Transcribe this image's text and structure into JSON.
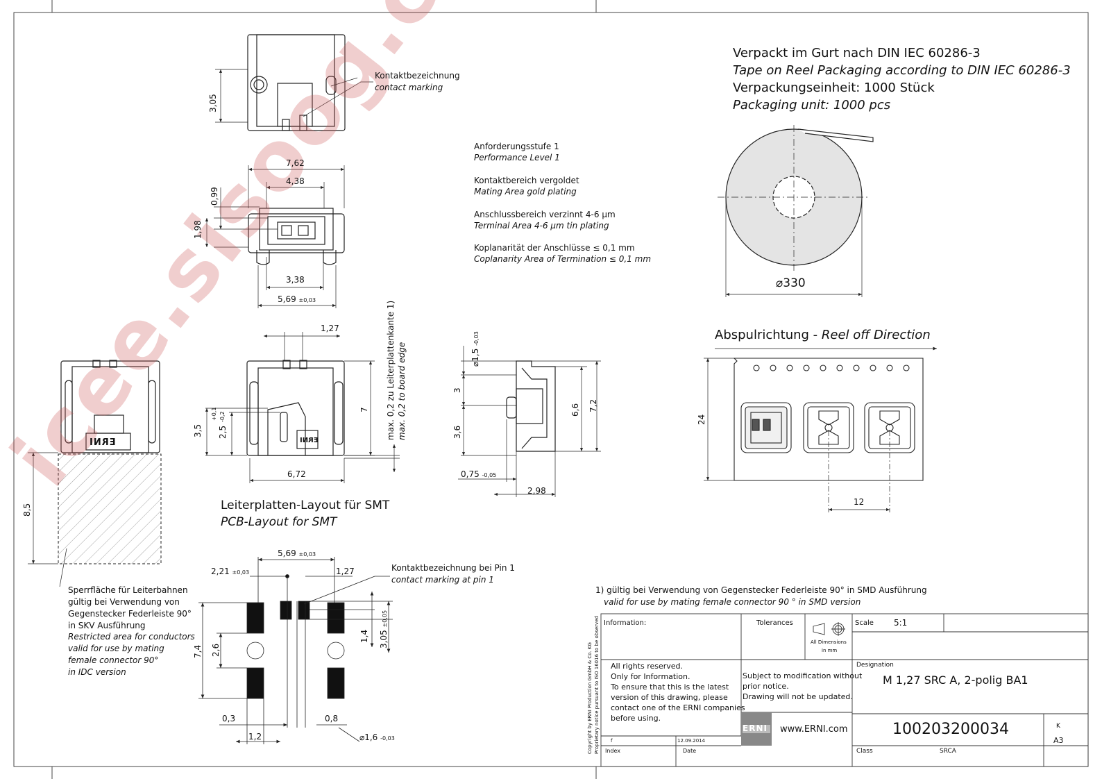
{
  "packaging": {
    "de_line1": "Verpackt im Gurt nach DIN IEC 60286-3",
    "en_line1": "Tape on Reel Packaging according to DIN IEC 60286-3",
    "de_line2": "Verpackungseinheit:  1000 Stück",
    "en_line2": "Packaging unit:  1000 pcs",
    "reel_diameter": "330"
  },
  "top_view": {
    "contact_marking_de": "Kontaktbezeichnung",
    "contact_marking_en": "contact marking",
    "dim_height": "3,05"
  },
  "front_view": {
    "dim_total_width": "7,62",
    "dim_inner_width": "4,38",
    "dim_099": "0,99",
    "dim_198": "1,98",
    "dim_338": "3,38",
    "dim_569": "5,69",
    "dim_569_tol": "±0,03"
  },
  "specs": [
    {
      "de": "Anforderungsstufe 1",
      "en": "Performance Level 1"
    },
    {
      "de": "Kontaktbereich vergoldet",
      "en": "Mating Area gold plating"
    },
    {
      "de": "Anschlussbereich verzinnt 4-6 µm",
      "en": "Terminal Area 4-6 µm tin plating"
    },
    {
      "de": "Koplanarität der Anschlüsse  ≤ 0,1 mm",
      "en": "Coplanarity Area of Termination  ≤ 0,1 mm"
    }
  ],
  "side_view": {
    "dim_127": "1,27",
    "dim_7": "7",
    "dim_35": "3,5",
    "dim_25": "2,5",
    "dim_25_tol_top": "+0,1",
    "dim_25_tol_bot": "-0,2",
    "dim_672": "6,72",
    "board_edge_de": "max. 0,2 zu  Leiterplattenkante 1)",
    "board_edge_en": "max. 0,2 to board edge"
  },
  "right_view": {
    "dim_15": "1,5",
    "dim_15_tol": "-0,03",
    "dim_3": "3",
    "dim_36": "3,6",
    "dim_66": "6,6",
    "dim_72": "7,2",
    "dim_075": "0,75",
    "dim_075_tol": "-0,05",
    "dim_298": "2,98"
  },
  "left_view": {
    "dim_85": "8,5",
    "restricted_de": [
      "Sperrfläche für Leiterbahnen",
      "gültig bei Verwendung von",
      "Gegenstecker Federleiste 90°",
      "in SKV Ausführung"
    ],
    "restricted_en": [
      "Restricted area for conductors",
      "valid for use by mating",
      "female connector 90°",
      "in IDC version"
    ],
    "logo": "ERNI"
  },
  "pcb_layout": {
    "title_de": "Leiterplatten-Layout für SMT",
    "title_en": "PCB-Layout for SMT",
    "pin1_de": "Kontaktbezeichnung bei Pin 1",
    "pin1_en": "contact marking at pin 1",
    "dim_569": "5,69",
    "dim_569_tol": "±0,03",
    "dim_221": "2,21",
    "dim_221_tol": "±0,03",
    "dim_127": "1,27",
    "dim_74": "7,4",
    "dim_26": "2,6",
    "dim_14": "1,4",
    "dim_305": "3,05",
    "dim_305_tol": "±0,05",
    "dim_03": "0,3",
    "dim_08": "0,8",
    "dim_12": "1,2",
    "dim_16": "1,6",
    "dim_16_tol": "-0,03"
  },
  "tape": {
    "direction_de": "Abspulrichtung - ",
    "direction_en": "Reel off Direction",
    "dim_24": "24",
    "dim_12": "12"
  },
  "footnote": {
    "de": "1) gültig bei Verwendung von Gegenstecker Federleiste 90° in SMD Ausführung",
    "en": "valid for use by mating female connector 90 ° in SMD version"
  },
  "title_block": {
    "information": "Information:",
    "tolerances": "Tolerances",
    "all_dimensions": "All Dimensions",
    "in_mm": "in mm",
    "scale_label": "Scale",
    "scale_value": "5:1",
    "rights": [
      "All rights reserved.",
      "Only for Information.",
      "To ensure that this is the latest",
      "version of this drawing, please",
      "contact one of the ERNI companies",
      "before using."
    ],
    "subject": [
      "Subject to modification without",
      "prior notice.",
      "Drawing will not be updated."
    ],
    "designation_label": "Designation",
    "designation": "M 1,27 SRC A, 2-polig BA1",
    "website": "www.ERNI.com",
    "part_number": "100203200034",
    "rev": "K",
    "format": "A3",
    "class_label": "Class",
    "class_value": "SRCA",
    "index_label": "Index",
    "date_label": "Date",
    "index_value": "f",
    "date_value": "12.09.2014",
    "copyright": [
      "Copyright by ERNI Production GmbH & Co. KG",
      "Proprietary notice pursuant to ISO 16016 to be observed"
    ]
  },
  "watermark": "icee.sisoog.com"
}
